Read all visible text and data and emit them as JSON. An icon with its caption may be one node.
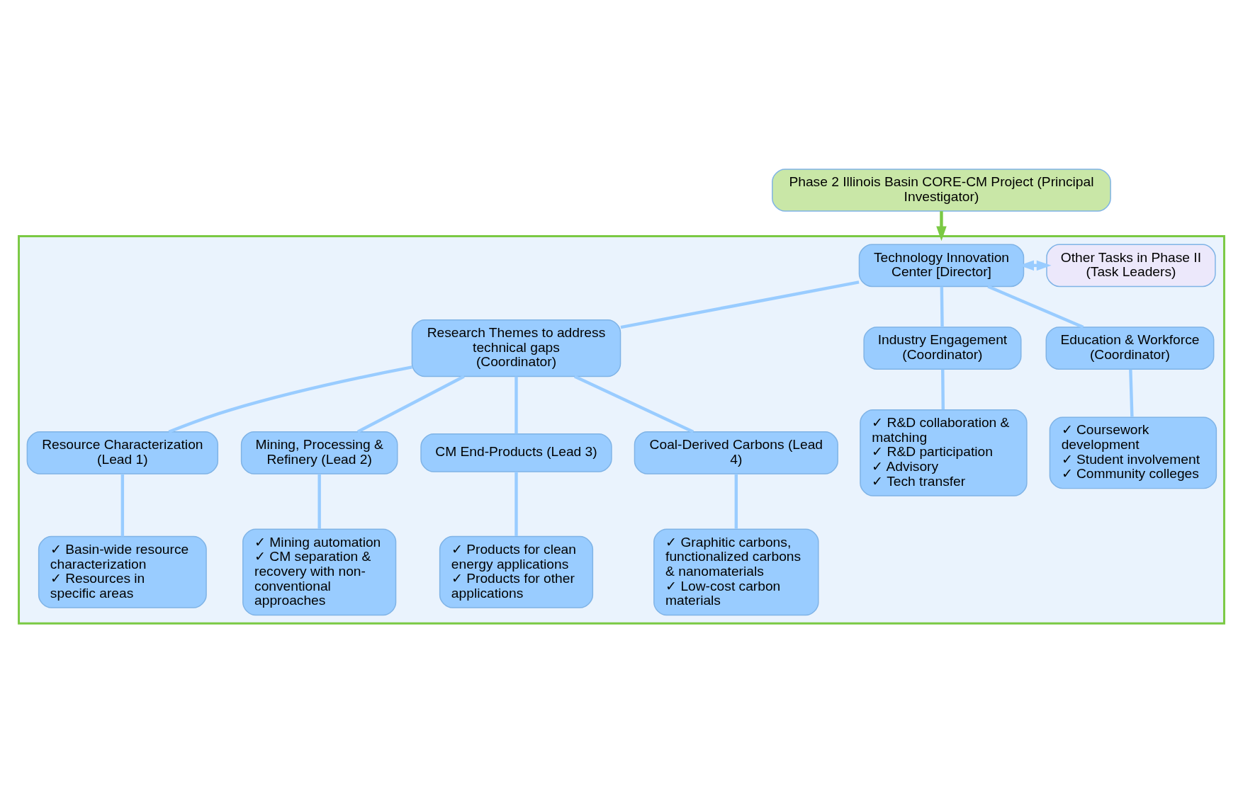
{
  "diagram": {
    "nodes": [
      {
        "text": [
          "Phase 2 Illinois Basin CORE-CM Project (Principal Investigator)"
        ]
      },
      {
        "text": [],
        "shape": "box"
      },
      {
        "text": [
          "Technology Innovation Center [Director]"
        ],
        "in": 1
      },
      {
        "text": [
          "Other Tasks in Phase II (Task Leaders)"
        ],
        "in": 1
      },
      {
        "text": [
          "Research Themes to address technical gaps (Coordinator)"
        ],
        "in": 1
      },
      {
        "text": [
          "Industry Engagement (Coordinator)"
        ],
        "in": 1
      },
      {
        "text": [
          "Education & Workforce (Coordinator)"
        ],
        "in": 1
      },
      {
        "text": [
          "Resource Characterization (Lead 1)"
        ],
        "in": 1
      },
      {
        "text": [
          "Mining, Processing & Refinery (Lead 2)"
        ],
        "in": 1
      },
      {
        "text": [
          "CM End-Products (Lead 3)"
        ],
        "in": 1
      },
      {
        "text": [
          "Coal-Derived Carbons (Lead 4)"
        ],
        "in": 1
      },
      {
        "text": [
          "✓ Basin-wide resource characterization",
          "✓ Resources in specific areas"
        ],
        "in": 1
      },
      {
        "text": [
          "✓ Mining automation",
          "✓ CM separation & recovery with non-conventional approaches"
        ],
        "in": 1
      },
      {
        "text": [
          "✓ Products for clean energy applications",
          "✓ Products for other applications"
        ],
        "in": 1
      },
      {
        "text": [
          "✓ Graphitic carbons, functionalized carbons & nanomaterials",
          "✓ Low-cost carbon materials"
        ],
        "in": 1
      },
      {
        "text": [
          "✓ R&D collaboration & matching",
          "✓ R&D participation",
          "✓ Advisory",
          "✓ Tech transfer"
        ],
        "in": 1
      },
      {
        "text": [
          "✓ Coursework development",
          "✓ Student involvement",
          "✓ Community colleges"
        ],
        "in": 1
      }
    ],
    "edges": [
      {
        "from": 0,
        "to": 1,
        "arrow": "to",
        "color": "#7ac943"
      },
      {
        "from": 2,
        "to": 3,
        "arrow": "both"
      },
      {
        "from": 2,
        "to": 4,
        "arrow": "none"
      },
      {
        "from": 2,
        "to": 5,
        "arrow": "none"
      },
      {
        "from": 2,
        "to": 6,
        "arrow": "none"
      },
      {
        "from": 4,
        "to": 7,
        "arrow": "none"
      },
      {
        "from": 4,
        "to": 8,
        "arrow": "none"
      },
      {
        "from": 4,
        "to": 9,
        "arrow": "none"
      },
      {
        "from": 4,
        "to": 10,
        "arrow": "none"
      },
      {
        "from": 7,
        "to": 11,
        "arrow": "none"
      },
      {
        "from": 8,
        "to": 12,
        "arrow": "none"
      },
      {
        "from": 9,
        "to": 13,
        "arrow": "none"
      },
      {
        "from": 10,
        "to": 14,
        "arrow": "none"
      },
      {
        "from": 5,
        "to": 15,
        "arrow": "none"
      },
      {
        "from": 6,
        "to": 16,
        "arrow": "none"
      }
    ]
  }
}
